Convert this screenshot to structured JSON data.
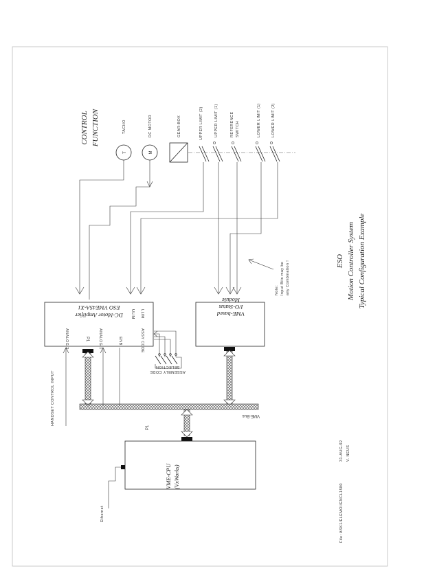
{
  "control_function": {
    "line1": "CONTROL",
    "line2": "FUNCTION"
  },
  "devices": {
    "tacho": "TACHO",
    "dc_motor": "DC MOTOR",
    "gear_box": "GEAR-BOX",
    "upper_limit_2": "UPPER LIMIT (2)",
    "upper_limit_1": "UPPER LIMIT (1)",
    "reference_switch_1": "REFERENCE",
    "reference_switch_2": "SWITCH",
    "lower_limit_1": "LOWER LIMIT (1)",
    "lower_limit_2": "LOWER LIMIT (2)"
  },
  "tacho_symbol": "T",
  "motor_symbol": "M",
  "title": {
    "line1": "ESO",
    "line2": "Motion  Controller  System",
    "line3": "Typical  Configuration  Example"
  },
  "note": {
    "line1": "Note:",
    "line2": "Input Bits may be",
    "line3": "any Combination !"
  },
  "amplifier": {
    "line1": "DC-Motor Amplifier",
    "line2": "ESO VME4SA-X1",
    "ulim": "ULIM",
    "llim": "LLIM",
    "analog2": "ANALOG 2",
    "analog1": "ANALOG 1",
    "enb": "ENB",
    "assy_code": "ASSY CODE",
    "p1": "P1"
  },
  "io_module": {
    "line1": "VME-based",
    "line2": "I/O-Status",
    "line3": "Module"
  },
  "assembly_code": {
    "line1": "ASSEMBLY CODE",
    "line2": "SELECTION"
  },
  "handset": "HANDSET CONTROL INPUT",
  "vme_bus": "VME-Bus",
  "cpu": {
    "line1": "VME-CPU",
    "line2": "(VxWorks)",
    "p1_top": "P1",
    "p1_bottom": "P1"
  },
  "ethernet": "Ethernet",
  "footer": {
    "file": "File: ASK1/ELEMOI/ENCL1580",
    "date": "31-AUG-92",
    "author": "V. NEUS"
  }
}
